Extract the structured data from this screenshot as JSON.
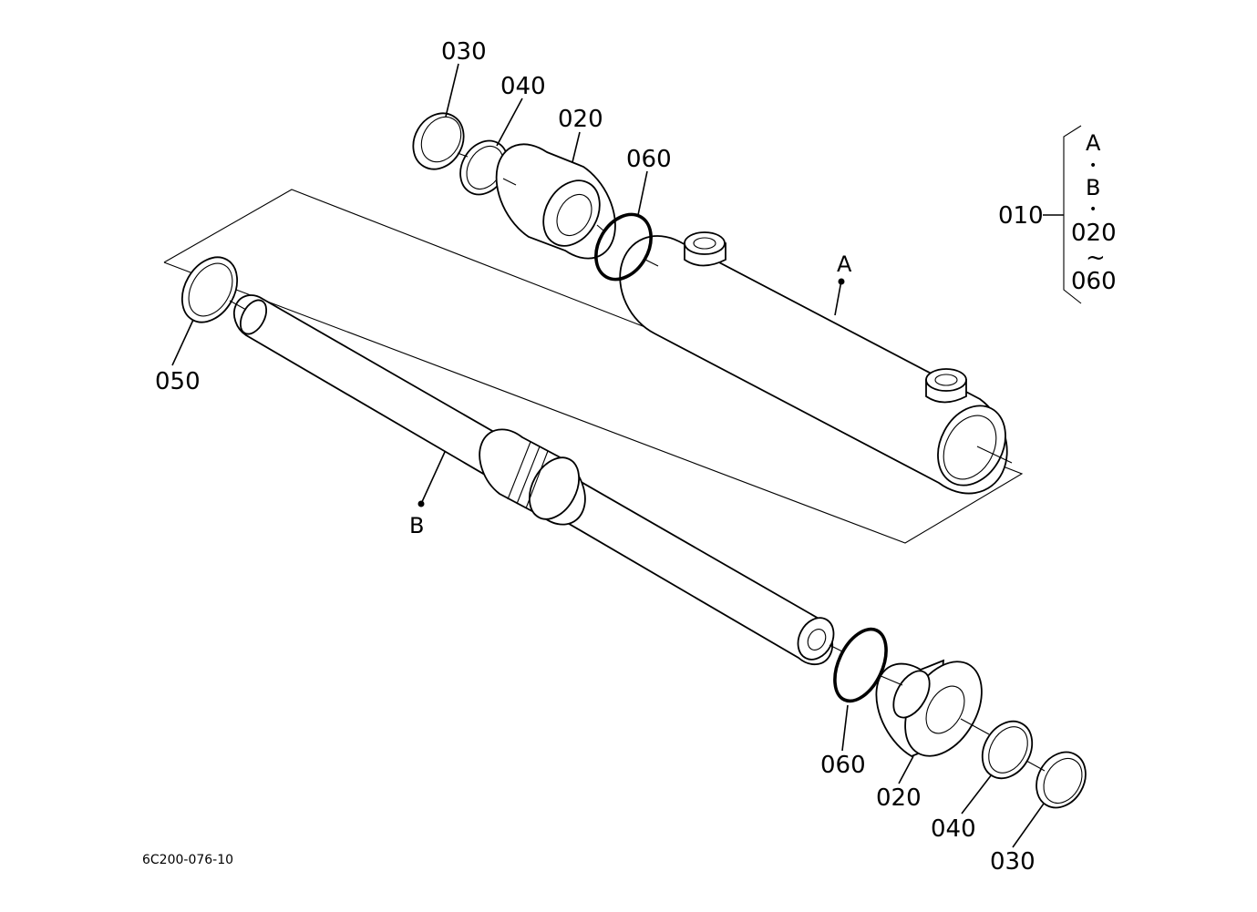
{
  "labels": {
    "top": {
      "p030": "030",
      "p040": "040",
      "p020": "020",
      "p060": "060",
      "pA": "A"
    },
    "left": {
      "p050": "050",
      "pB": "B"
    },
    "bottom": {
      "p060": "060",
      "p020": "020",
      "p040": "040",
      "p030": "030"
    },
    "legend": {
      "item": "010",
      "a": "A",
      "dot1": "•",
      "b": "B",
      "dot2": "•",
      "from": "020",
      "tilde": "~",
      "to": "060"
    },
    "drawing_number": "6C200-076-10"
  },
  "colors": {
    "line": "#000000",
    "background": "#ffffff"
  }
}
